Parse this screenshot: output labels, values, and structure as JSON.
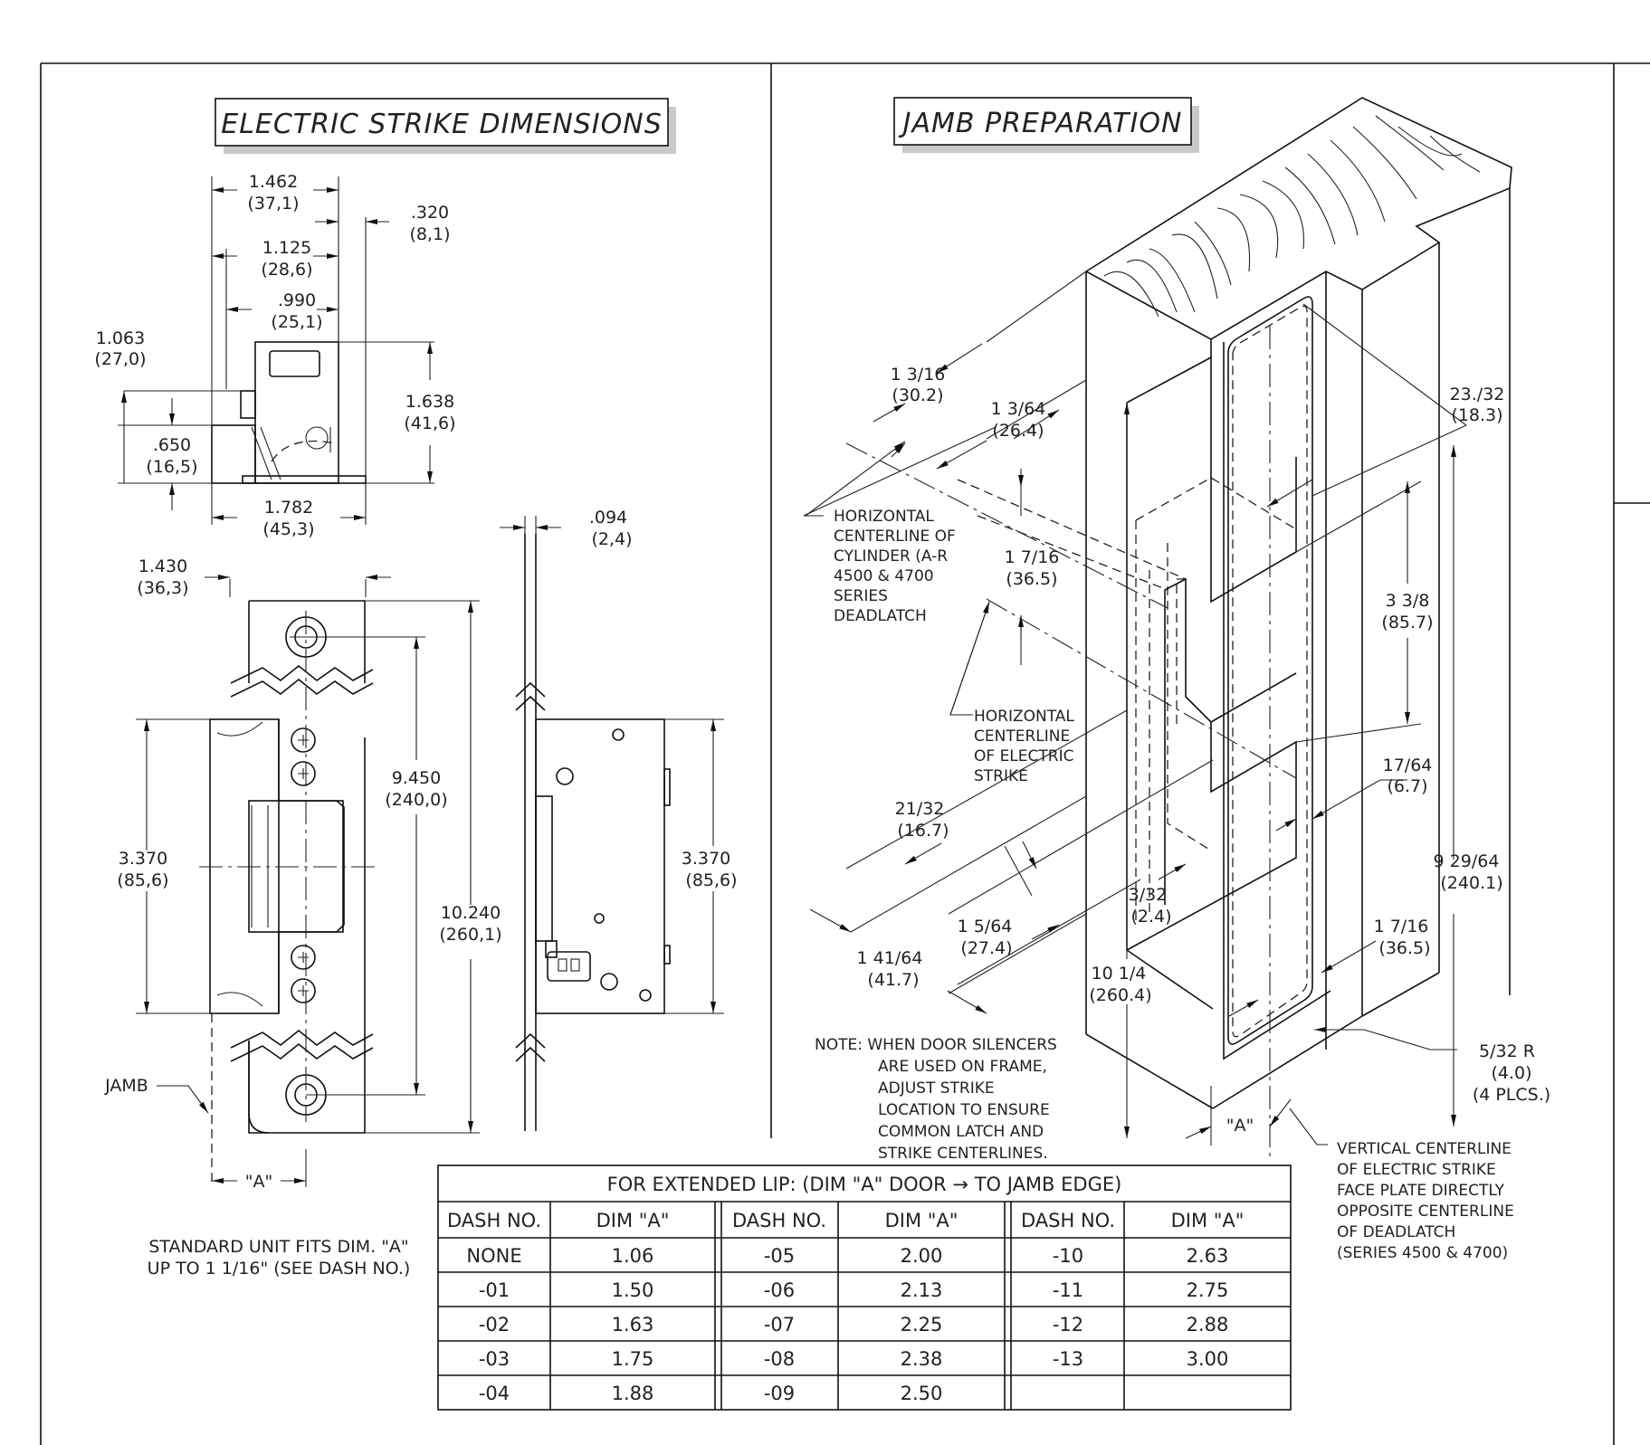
{
  "titles": {
    "left": "ELECTRIC STRIKE DIMENSIONS",
    "right": "JAMB PREPARATION"
  },
  "dims_left": {
    "d1462": "1.462",
    "d1462m": "(37,1)",
    "d320": ".320",
    "d320m": "(8,1)",
    "d1125": "1.125",
    "d1125m": "(28,6)",
    "d990": ".990",
    "d990m": "(25,1)",
    "d1063": "1.063",
    "d1063m": "(27,0)",
    "d1638": "1.638",
    "d1638m": "(41,6)",
    "d650": ".650",
    "d650m": "(16,5)",
    "d1782": "1.782",
    "d1782m": "(45,3)",
    "d094": ".094",
    "d094m": "(2,4)",
    "d1430": "1.430",
    "d1430m": "(36,3)",
    "d9450": "9.450",
    "d9450m": "(240,0)",
    "d3370a": "3.370",
    "d3370am": "(85,6)",
    "d3370b": "3.370",
    "d3370bm": "(85,6)",
    "d10240": "10.240",
    "d10240m": "(260,1)",
    "jamb": "JAMB",
    "dimA": "\"A\"",
    "std1": "STANDARD UNIT FITS DIM. \"A\"",
    "std2": "UP TO 1 1/16\" (SEE DASH NO.)"
  },
  "dims_right": {
    "r1316": "1 3/16",
    "r1316m": "(30.2)",
    "r1364": "1 3/64",
    "r1364m": "(26.4)",
    "r2332": "23./32",
    "r2332m": "(18.3)",
    "r1716a": "1 7/16",
    "r1716am": "(36.5)",
    "r338": "3 3/8",
    "r338m": "(85.7)",
    "r1764": "17/64",
    "r1764m": "(6.7)",
    "r2132": "21/32",
    "r2132m": "(16.7)",
    "r929": "9 29/64",
    "r929m": "(240.1)",
    "r332": "3/32",
    "r332m": "(2.4)",
    "r1564": "1 5/64",
    "r1564m": "(27.4)",
    "r1716b": "1 7/16",
    "r1716bm": "(36.5)",
    "r14164": "1 41/64",
    "r14164m": "(41.7)",
    "r1014": "10 1/4",
    "r1014m": "(260.4)",
    "r532": "5/32 R",
    "r532m": "(4.0)",
    "r532p": "(4 PLCS.)",
    "dimA": "\"A\"",
    "cyl": [
      "HORIZONTAL",
      "CENTERLINE OF",
      "CYLINDER (A-R",
      "4500 & 4700",
      "SERIES",
      "DEADLATCH"
    ],
    "strike": [
      "HORIZONTAL",
      "CENTERLINE",
      "OF ELECTRIC",
      "STRIKE"
    ],
    "note": [
      "NOTE: WHEN DOOR SILENCERS",
      "ARE USED ON FRAME,",
      "ADJUST STRIKE",
      "LOCATION TO ENSURE",
      "COMMON LATCH AND",
      "STRIKE CENTERLINES."
    ],
    "vert": [
      "VERTICAL CENTERLINE",
      "OF ELECTRIC STRIKE",
      "FACE PLATE DIRECTLY",
      "OPPOSITE CENTERLINE",
      "OF DEADLATCH",
      "(SERIES 4500 & 4700)"
    ]
  },
  "table": {
    "header": "FOR EXTENDED LIP: (DIM \"A\" DOOR → TO JAMB EDGE)",
    "col_dash": "DASH NO.",
    "col_dim": "DIM \"A\"",
    "groups": [
      [
        [
          "NONE",
          "1.06"
        ],
        [
          "-01",
          "1.50"
        ],
        [
          "-02",
          "1.63"
        ],
        [
          "-03",
          "1.75"
        ],
        [
          "-04",
          "1.88"
        ]
      ],
      [
        [
          "-05",
          "2.00"
        ],
        [
          "-06",
          "2.13"
        ],
        [
          "-07",
          "2.25"
        ],
        [
          "-08",
          "2.38"
        ],
        [
          "-09",
          "2.50"
        ]
      ],
      [
        [
          "-10",
          "2.63"
        ],
        [
          "-11",
          "2.75"
        ],
        [
          "-12",
          "2.88"
        ],
        [
          "-13",
          "3.00"
        ],
        [
          "",
          ""
        ]
      ]
    ]
  }
}
